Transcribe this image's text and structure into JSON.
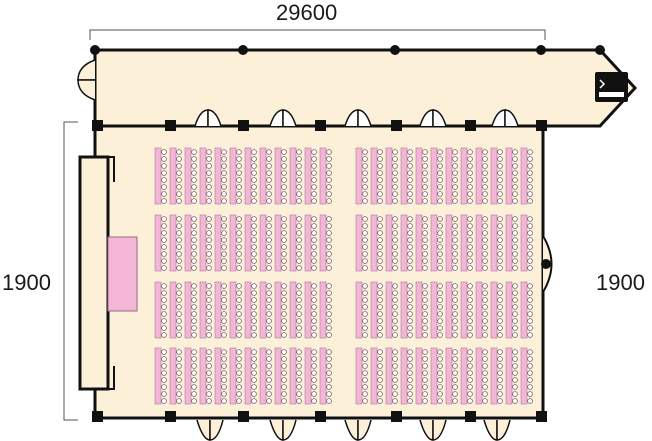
{
  "dimensions": {
    "top_width": "29600",
    "left_height": "1900",
    "right_height": "1900"
  },
  "layout": {
    "seating_blocks": 8,
    "rows_per_block": 2,
    "tables_per_row": 12,
    "stage": "stage",
    "exit_sign": "emergency-exit-icon"
  },
  "colors": {
    "floor": "#fdf0d8",
    "wall": "#111111",
    "table": "#f3b6d6",
    "stage": "#f3b6d6"
  }
}
